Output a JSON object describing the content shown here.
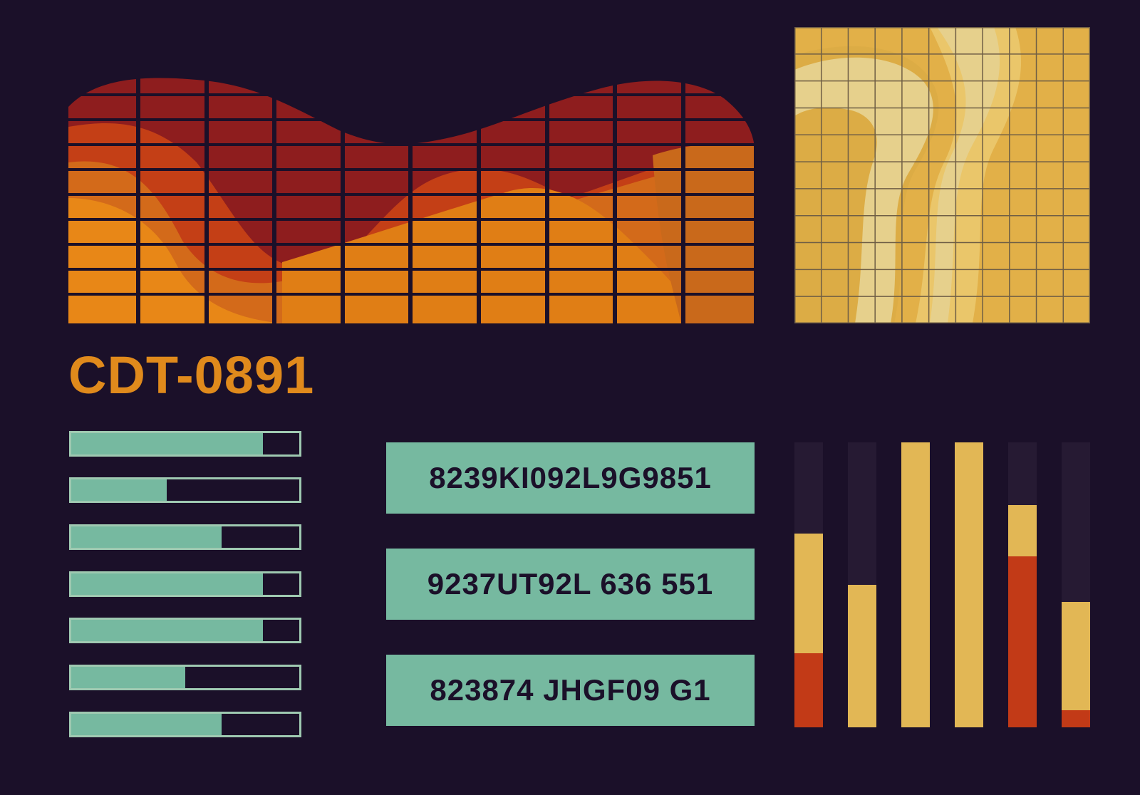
{
  "panel_code": "CDT-0891",
  "progress_bars": [
    {
      "value": 0.84
    },
    {
      "value": 0.42
    },
    {
      "value": 0.66
    },
    {
      "value": 0.84
    },
    {
      "value": 0.84
    },
    {
      "value": 0.5
    },
    {
      "value": 0.66
    }
  ],
  "codes": [
    {
      "label": "8239KI092L9G9851"
    },
    {
      "label": "9237UT92L 636 551"
    },
    {
      "label": "823874 JHGF09 G1"
    }
  ],
  "level_bars": [
    {
      "red": 0.26,
      "yellow": 0.42
    },
    {
      "red": 0.0,
      "yellow": 0.5
    },
    {
      "red": 0.0,
      "yellow": 1.0
    },
    {
      "red": 0.0,
      "yellow": 1.0
    },
    {
      "red": 0.6,
      "yellow": 0.18
    },
    {
      "red": 0.06,
      "yellow": 0.38
    }
  ],
  "colors": {
    "background": "#1b1029",
    "accent_orange": "#e08a1c",
    "teal": "#76b9a0",
    "teal_border": "#9fc9b1",
    "yellow": "#e2b755",
    "red": "#c23a17",
    "dark_track": "#261a33",
    "wave_red": "#8e1d1e",
    "wave_orange": "#e8801a"
  }
}
